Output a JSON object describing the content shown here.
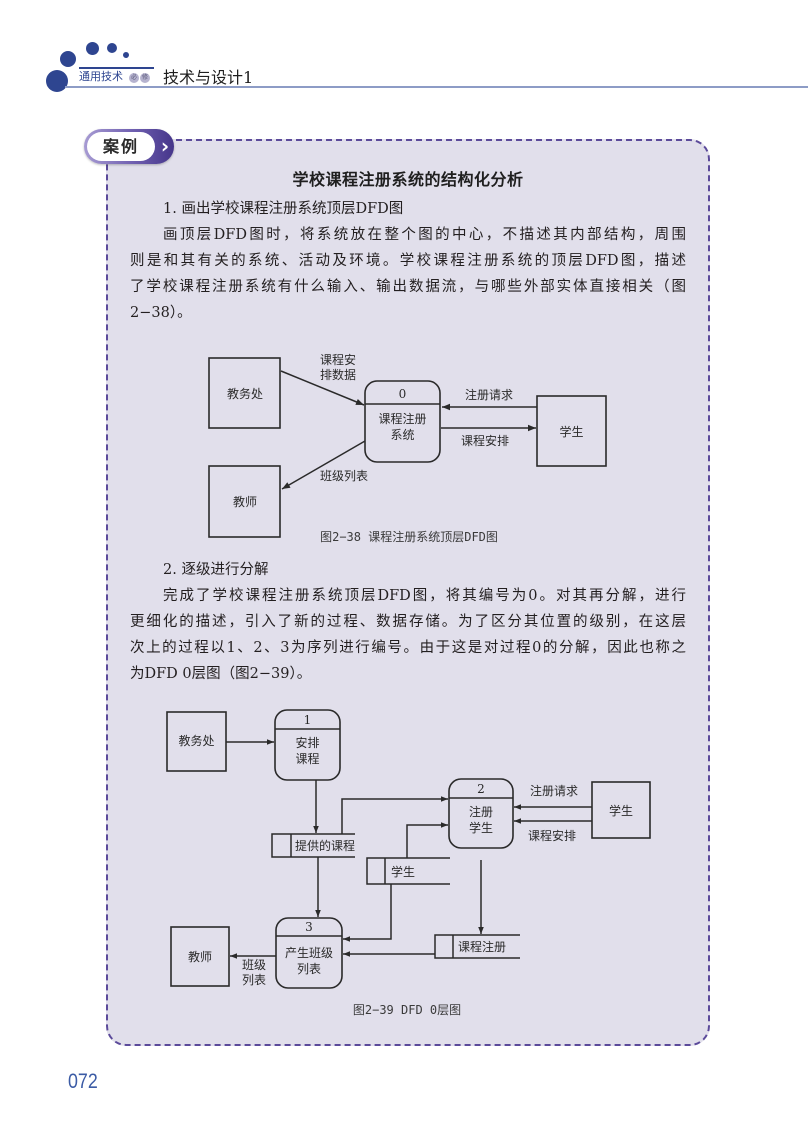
{
  "header": {
    "series_label": "通用技术",
    "requirement_badge": [
      "必",
      "修"
    ],
    "book_title": "技术与设计1"
  },
  "case_box": {
    "badge_label": "案例",
    "title": "学校课程注册系统的结构化分析"
  },
  "section1": {
    "heading": "1. 画出学校课程注册系统顶层DFD图",
    "lines": [
      "画顶层DFD图时，将系统放在整个图的中心，不描述其内部结构，周围",
      "则是和其有关的系统、活动及环境。学校课程注册系统的顶层DFD图，描述",
      "了学校课程注册系统有什么输入、输出数据流，与哪些外部实体直接相关（图",
      "2−38）。"
    ]
  },
  "figure_2_38": {
    "entities": {
      "academic_office": "教务处",
      "teacher": "教师",
      "student": "学生"
    },
    "process": {
      "id": "0",
      "name_lines": [
        "课程注册",
        "系统"
      ]
    },
    "flows": {
      "schedule_data": [
        "课程安",
        "排数据"
      ],
      "registration_request": "注册请求",
      "course_schedule": "课程安排",
      "class_list": "班级列表"
    },
    "caption": "图2−38  课程注册系统顶层DFD图"
  },
  "section2": {
    "heading": "2. 逐级进行分解",
    "lines": [
      "完成了学校课程注册系统顶层DFD图，将其编号为0。对其再分解，进行",
      "更细化的描述，引入了新的过程、数据存储。为了区分其位置的级别，在这层",
      "次上的过程以1、2、3为序列进行编号。由于这是对过程0的分解，因此也称之",
      "为DFD 0层图（图2−39）。"
    ]
  },
  "figure_2_39": {
    "entities": {
      "academic_office": "教务处",
      "student": "学生",
      "teacher": "教师"
    },
    "processes": [
      {
        "id": "1",
        "name_lines": [
          "安排",
          "课程"
        ]
      },
      {
        "id": "2",
        "name_lines": [
          "注册",
          "学生"
        ]
      },
      {
        "id": "3",
        "name_lines": [
          "产生班级",
          "列表"
        ]
      }
    ],
    "stores": {
      "offered_courses": "提供的课程",
      "students": "学生",
      "course_registrations": "课程注册"
    },
    "flows": {
      "registration_request": "注册请求",
      "course_schedule": "课程安排",
      "class_list": [
        "班级",
        "列表"
      ]
    },
    "caption": "图2−39  DFD 0层图"
  },
  "page_number": "072",
  "colors": {
    "header_navy": "#2e4590",
    "case_purple": "#5b4a9a",
    "case_background": "#e1dfeb",
    "page_number_blue": "#3b5ba5"
  }
}
